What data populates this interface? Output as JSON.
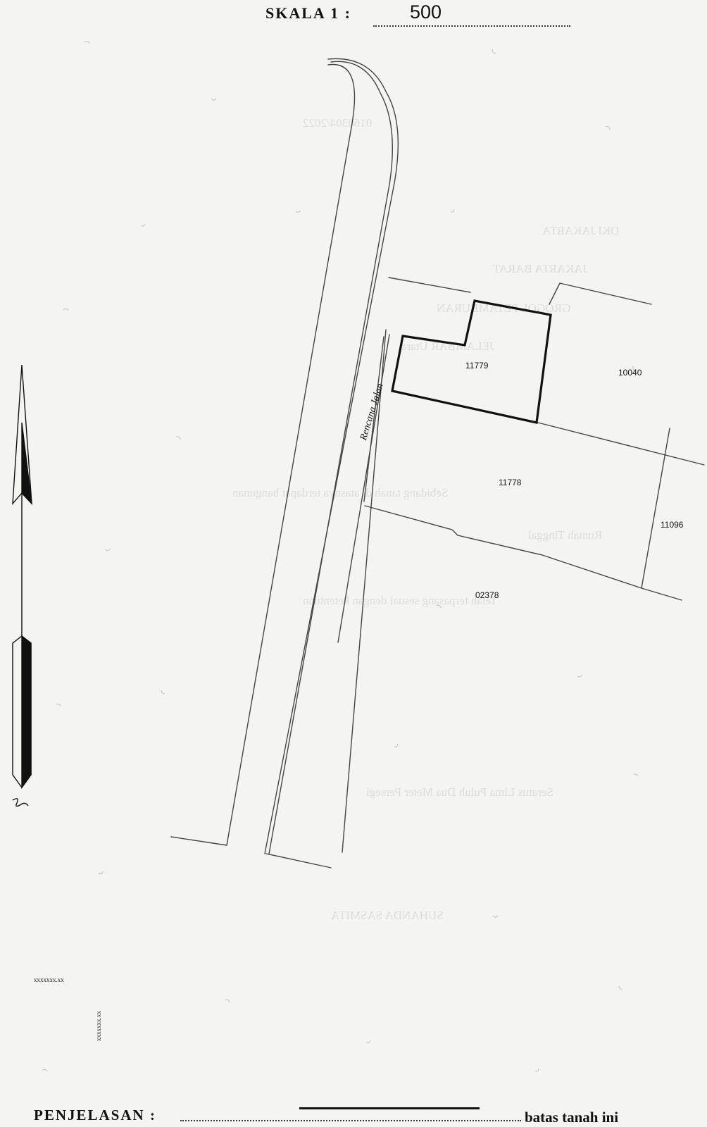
{
  "header": {
    "scale_title": "SKALA 1 :",
    "scale_value": "500"
  },
  "parcels": {
    "p11779": "11779",
    "p10040": "10040",
    "p11778": "11778",
    "p11096": "11096",
    "p02378": "02378"
  },
  "road": {
    "label": "Rencana Jalan"
  },
  "marks": {
    "x_horizontal": "xxxxxxx.xx",
    "x_vertical": "xxxxxxx.xx"
  },
  "legend": {
    "label": "PENJELASAN :",
    "line_description": "batas tanah ini"
  },
  "show_through_text": [
    "0160304/2022",
    "DKI JAKARTA",
    "JAKARTA BARAT",
    "GROGOL PETAMBURAN",
    "JELAMBAR Utara",
    "Sebidang tanah di atasnya terdapat bangunan",
    "Rumah Tinggal",
    "Telah terpasang sesuai dengan ketentuan",
    "Seratus Lima Puluh Dua Meter Persegi",
    "SUHANDA SASMITA"
  ],
  "icons": {
    "north_arrow": "north-arrow-icon"
  }
}
